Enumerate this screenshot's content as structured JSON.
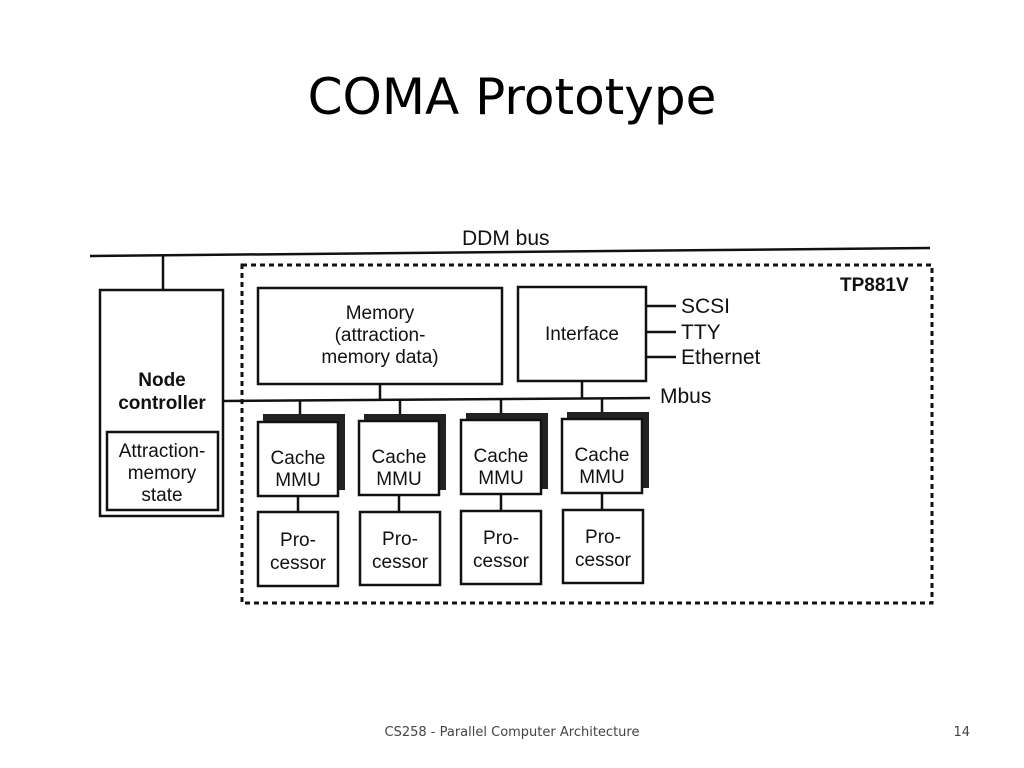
{
  "slide": {
    "title": "COMA Prototype",
    "footer": "CS258 - Parallel Computer Architecture",
    "page_number": "14"
  },
  "diagram": {
    "bus_label": "DDM bus",
    "board_label": "TP881V",
    "mbus_label": "Mbus",
    "node_controller": {
      "line1": "Node",
      "line2": "controller",
      "inner_line1": "Attraction-",
      "inner_line2": "memory",
      "inner_line3": "state"
    },
    "memory": {
      "line1": "Memory",
      "line2": "(attraction-",
      "line3": "memory data)"
    },
    "interface": {
      "label": "Interface",
      "ports": [
        "SCSI",
        "TTY",
        "Ethernet"
      ]
    },
    "units": [
      {
        "cache_line1": "Cache",
        "cache_line2": "MMU",
        "proc_line1": "Pro-",
        "proc_line2": "cessor"
      },
      {
        "cache_line1": "Cache",
        "cache_line2": "MMU",
        "proc_line1": "Pro-",
        "proc_line2": "cessor"
      },
      {
        "cache_line1": "Cache",
        "cache_line2": "MMU",
        "proc_line1": "Pro-",
        "proc_line2": "cessor"
      },
      {
        "cache_line1": "Cache",
        "cache_line2": "MMU",
        "proc_line1": "Pro-",
        "proc_line2": "cessor"
      }
    ]
  }
}
